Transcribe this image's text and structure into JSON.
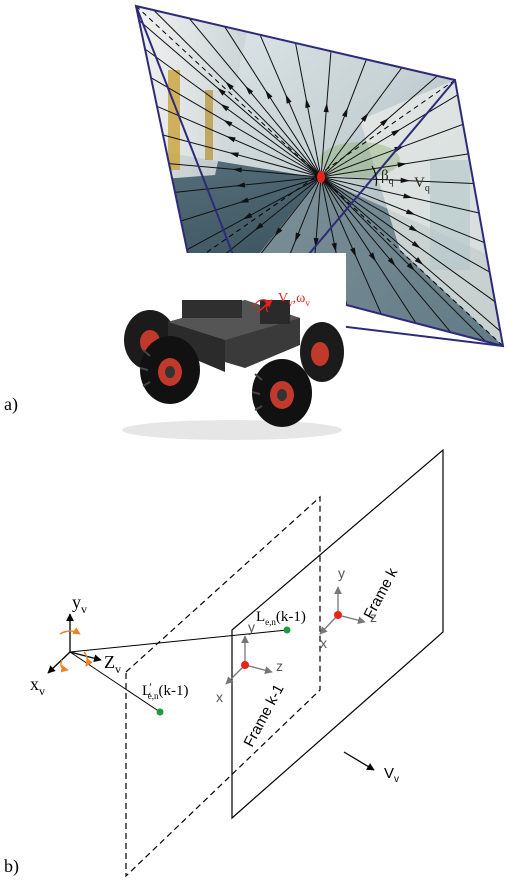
{
  "panel_a": {
    "label": "a)",
    "beta_q": "β",
    "beta_q_sub": "q",
    "v_q": "V",
    "v_q_sub": "q",
    "robot_v": "V",
    "robot_v_sub": "v",
    "robot_omega": "ω",
    "robot_omega_sub": "v"
  },
  "panel_b": {
    "label": "b)",
    "frame_k": "Frame k",
    "frame_k_minus_1": "Frame k-1",
    "vehicle_y": "y",
    "vehicle_y_sub": "v",
    "vehicle_z": "Z",
    "vehicle_z_sub": "v",
    "vehicle_x": "x",
    "vehicle_x_sub": "v",
    "point_L": "L",
    "point_L_sub": "e,n",
    "point_L_arg": "(k-1)",
    "point_L_prime": "L",
    "point_L_prime_mark": "′",
    "point_L_prime_sub": "e,n",
    "point_L_prime_arg": "(k-1)",
    "axis_y": "y",
    "axis_z": "z",
    "axis_x": "x",
    "velocity": "V",
    "velocity_sub": "v"
  },
  "colors": {
    "frustum": "#2e2a7a",
    "focus": "#e8231a",
    "point": "#1f9a3f",
    "gray": "#7a7a7a",
    "orange": "#f08020"
  }
}
